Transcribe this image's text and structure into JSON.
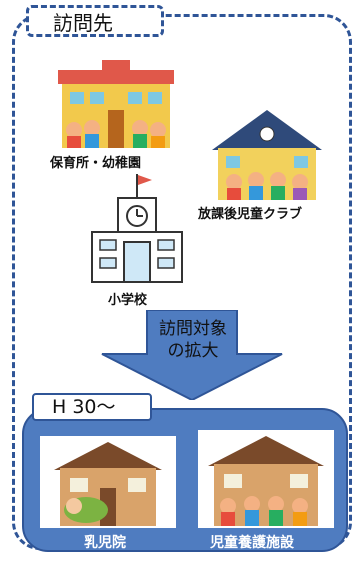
{
  "header": {
    "title": "訪問先"
  },
  "facilities": {
    "nursery": "保育所・幼稚園",
    "afterschool": "放課後児童クラブ",
    "elementary": "小学校"
  },
  "expansion": {
    "line1": "訪問対象",
    "line2": "の拡大"
  },
  "h30": {
    "badge": "H 30〜",
    "infant_home": "乳児院",
    "childcare_facility": "児童養護施設"
  },
  "colors": {
    "frame": "#2f5597",
    "panel": "#4f7cc0",
    "arrow": "#4f7cc0"
  }
}
